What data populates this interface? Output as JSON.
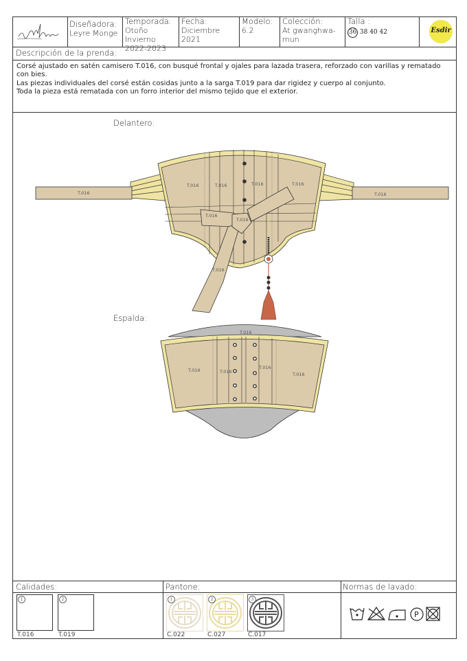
{
  "header": {
    "signature": "Leyre Monge",
    "designer_label": "Diseñadora:",
    "designer": "Leyre Monge",
    "season_label": "Temporada:",
    "season_line1": "Otoño Invierno",
    "season_line2": "2022-2023",
    "date_label": "Fecha:",
    "date": "Diciembre 2021",
    "model_label": "Modelo:",
    "model": "6.2",
    "collection_label": "Colección:",
    "collection_line1": "At gwanghwa-",
    "collection_line2": "mun",
    "size_label": "Talla :",
    "sizes": [
      "36",
      "38",
      "40",
      "42"
    ],
    "selected_size": "36",
    "brand_logo": "Esdir",
    "brand_color": "#f1e84a"
  },
  "description": {
    "label": "Descripción de la prenda:",
    "lines": [
      "Corsé ajustado en satén camisero T.016, con busqué frontal y ojales para lazada trasera, reforzado con varillas y rematado con bies.",
      "Las piezas individuales del corsé están cosidas junto a la sarga T.019 para dar rigidez y cuerpo al conjunto.",
      "Toda la pieza está rematada con un forro interior del mismo tejido que el exterior."
    ]
  },
  "drawings": {
    "front_label": "Delantero:",
    "back_label": "Espalda:",
    "fabric_tag": "T.016",
    "colors": {
      "fabric": "#dccbab",
      "binding": "#efe4a2",
      "lining": "#bdbdbd",
      "tassel": "#c8664a"
    }
  },
  "footer": {
    "qualities_label": "Calidades:",
    "qualities": [
      {
        "num": "1",
        "code": "T.016"
      },
      {
        "num": "2",
        "code": "T.019"
      }
    ],
    "pantone_label": "Pantone:",
    "pantone": [
      {
        "num": "1",
        "code": "C.022",
        "color": "#e6dcc6"
      },
      {
        "num": "2",
        "code": "C.027",
        "color": "#e8dca0"
      },
      {
        "num": "3",
        "code": "C.017",
        "color": "#555555"
      }
    ],
    "care_label": "Normas de lavado:",
    "care_icons": [
      "wash-30-icon",
      "no-bleach-icon",
      "iron-low-icon",
      "dry-clean-p-icon",
      "no-tumble-dry-icon"
    ]
  }
}
